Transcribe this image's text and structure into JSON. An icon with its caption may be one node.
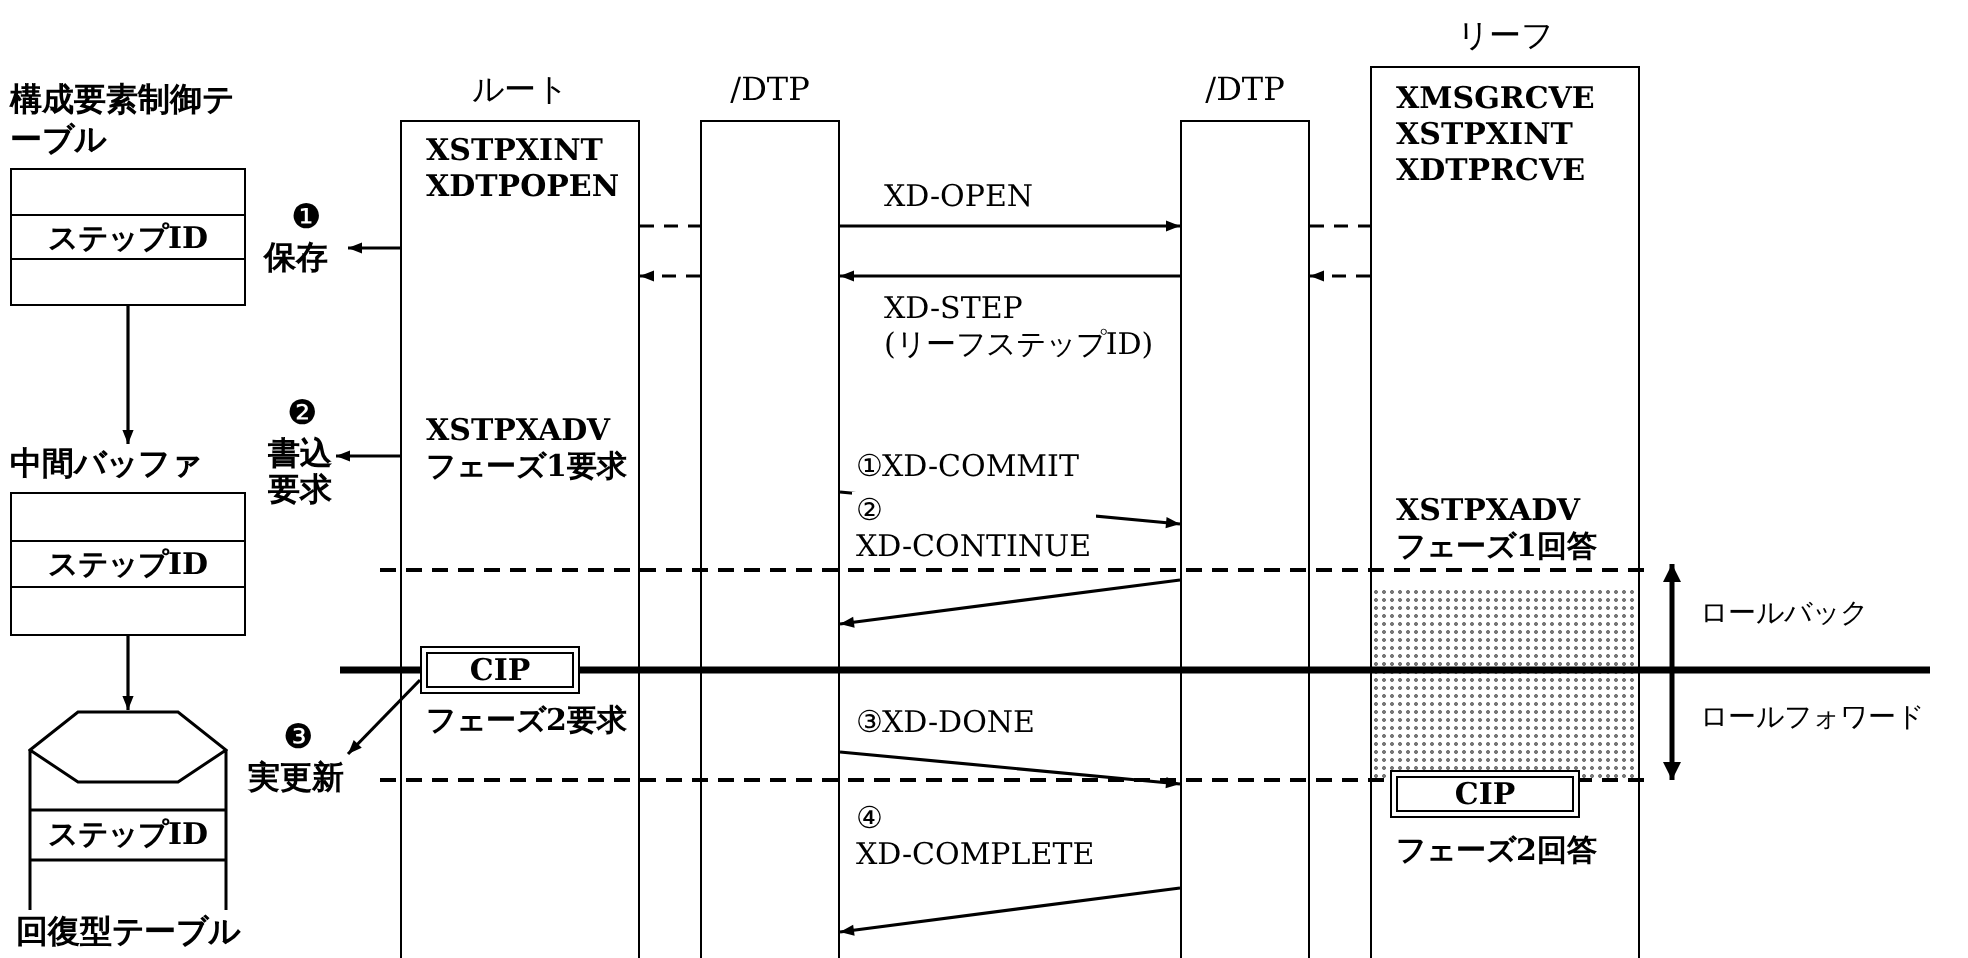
{
  "diagram": {
    "nodes": [
      {
        "text": [
          "構成要素制御テーブル",
          "ステップID"
        ]
      },
      {
        "text": [
          "中間バッファ",
          "ステップID"
        ]
      },
      {
        "text": [
          "ステップID",
          "回復型テーブル"
        ]
      },
      {
        "text": [
          "❶",
          "保存"
        ]
      },
      {
        "text": [
          "❷",
          "書込要求"
        ]
      },
      {
        "text": [
          "❸",
          "実更新"
        ]
      },
      {
        "text": [
          "ルート",
          "XSTPXINT XDTPOPEN",
          "XSTPXADV フェーズ1要求",
          "フェーズ2要求"
        ]
      },
      {
        "text": [
          "CIP"
        ],
        "in": 6
      },
      {
        "text": [
          "/DTP"
        ]
      },
      {
        "text": [
          "/DTP"
        ]
      },
      {
        "text": [
          "リーフ",
          "XMSGRCVE XSTPXINT XDTPRCVE",
          "XSTPXADV フェーズ1回答",
          "フェーズ2回答"
        ]
      },
      {
        "text": [
          "CIP"
        ],
        "in": 10
      }
    ],
    "edges": [
      {
        "from": 0,
        "to": 1,
        "arrow": "to"
      },
      {
        "from": 1,
        "to": 2,
        "arrow": "to"
      },
      {
        "from": 6,
        "to": 3,
        "arrow": "to"
      },
      {
        "from": 6,
        "to": 4,
        "arrow": "to"
      },
      {
        "from": 7,
        "to": 5,
        "arrow": "to"
      },
      {
        "from": 6,
        "to": 8,
        "arrow": "none",
        "style": "dashed"
      },
      {
        "from": 8,
        "to": 9,
        "arrow": "to",
        "label": "XD-OPEN"
      },
      {
        "from": 9,
        "to": 10,
        "arrow": "none",
        "style": "dashed"
      },
      {
        "from": 10,
        "to": 9,
        "arrow": "to",
        "style": "dashed"
      },
      {
        "from": 9,
        "to": 8,
        "arrow": "to",
        "label": "XD-STEP (リーフステップID)"
      },
      {
        "from": 8,
        "to": 6,
        "arrow": "to",
        "style": "dashed"
      },
      {
        "from": 8,
        "to": 9,
        "arrow": "to",
        "label": "①XD-COMMIT"
      },
      {
        "from": 9,
        "to": 8,
        "arrow": "to",
        "label": "② XD-CONTINUE"
      },
      {
        "from": 8,
        "to": 9,
        "arrow": "to",
        "label": "③XD-DONE"
      },
      {
        "from": 9,
        "to": 8,
        "arrow": "to",
        "label": "④ XD-COMPLETE"
      }
    ],
    "labels": [
      "ロールバック",
      "ロールフォワード"
    ]
  }
}
